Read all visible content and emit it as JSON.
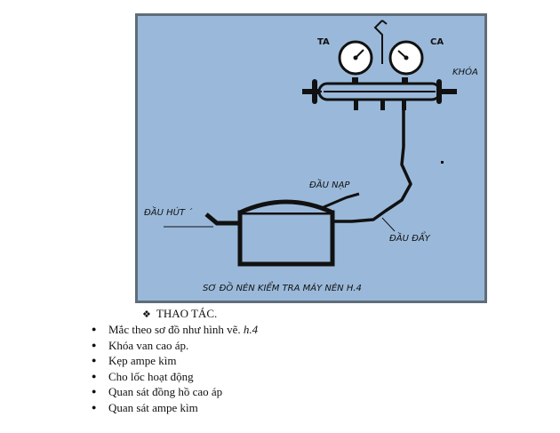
{
  "diagram": {
    "labels": {
      "gauge_low": "TA",
      "gauge_high": "CA",
      "valve": "KHÓA",
      "charge_port": "ĐẦU NẠP",
      "suction_port": "ĐẦU HÚT ˊ",
      "discharge_port": "ĐẦU ĐẨY",
      "caption": "SƠ ĐỒ NÉN KIỂM TRA  MÁY NÉN    H.4"
    },
    "colors": {
      "background": "#9ab9da",
      "border": "#5f6d7a",
      "line": "#111111",
      "gauge_face": "#ffffff"
    }
  },
  "operations": {
    "heading_icon": "diamond-bullet-icon",
    "heading": "THAO TÁC.",
    "steps": [
      {
        "text": "Mắc theo sơ đồ như hình vẽ. ",
        "ref": "h.4"
      },
      {
        "text": "Khóa van cao áp."
      },
      {
        "text": "Kẹp ampe kìm"
      },
      {
        "text": "Cho lốc hoạt động"
      },
      {
        "text": "Quan sát đồng hồ cao áp"
      },
      {
        "text": "Quan sát ampe kìm"
      }
    ]
  }
}
